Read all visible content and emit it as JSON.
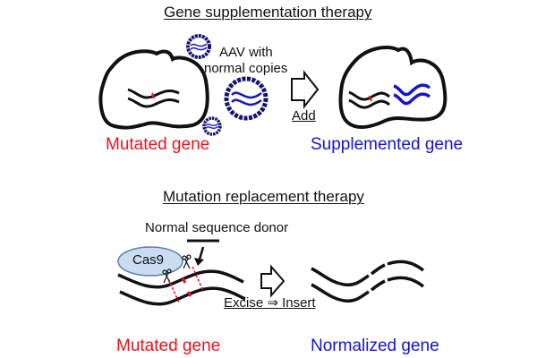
{
  "top_panel": {
    "title": "Gene supplementation therapy",
    "aav_label_line1": "AAV with",
    "aav_label_line2": "normal copies",
    "arrow_label": "Add",
    "left_caption": "Mutated gene",
    "right_caption": "Supplemented gene"
  },
  "bottom_panel": {
    "title": "Mutation replacement therapy",
    "donor_label": "Normal sequence donor",
    "enzyme_label": "Cas9",
    "arrow_label": "Excise ⇒ Insert",
    "left_caption": "Mutated gene",
    "right_caption": "Normalized gene"
  },
  "colors": {
    "mutated": "#e8141c",
    "normal": "#1414d2",
    "aav_shell": "#14146e",
    "cas9_fill": "#c9dcf0",
    "cas9_stroke": "#5a7fb0"
  }
}
